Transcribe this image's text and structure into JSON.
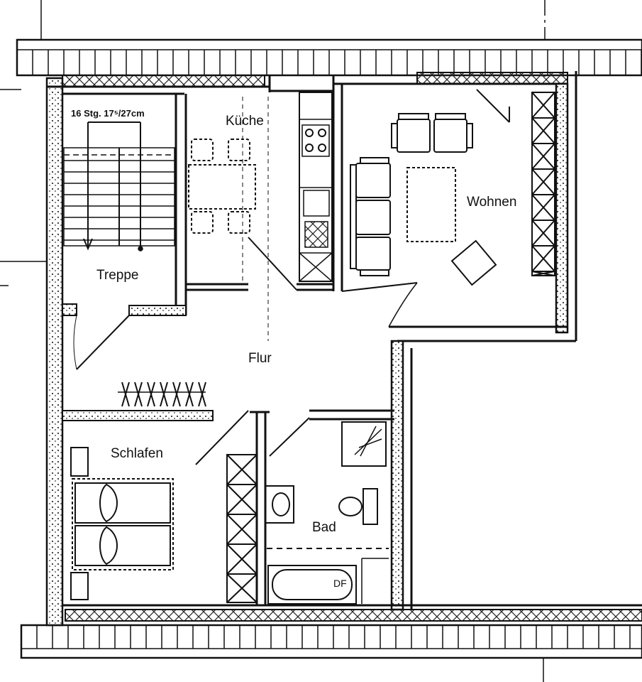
{
  "plan": {
    "rooms": {
      "treppe": "Treppe",
      "kueche": "Küche",
      "wohnen": "Wohnen",
      "flur": "Flur",
      "schlafen": "Schlafen",
      "bad": "Bad"
    },
    "stair_note": "16 Stg. 17⁵/27cm",
    "fixture_df": "DF"
  }
}
